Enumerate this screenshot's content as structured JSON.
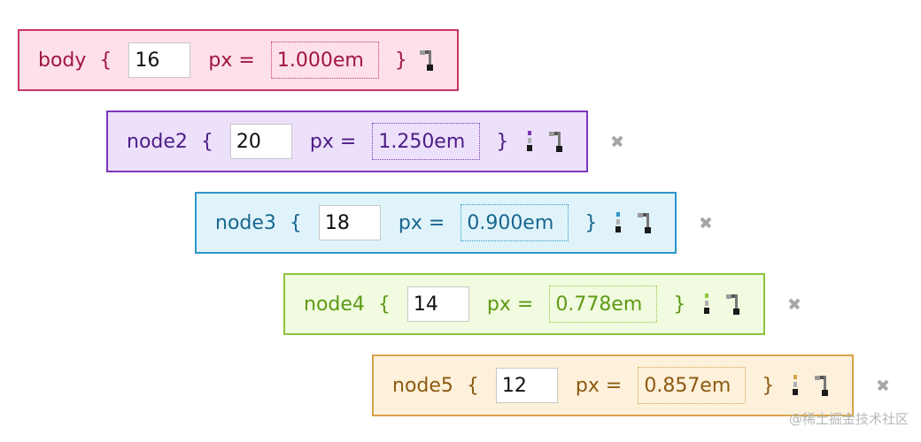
{
  "nodes": [
    {
      "name": "body",
      "brace_open": "{",
      "px_value": "16",
      "px_label": "px =",
      "em_value": "1.000em",
      "brace_close": "}",
      "show_split": false,
      "show_close": false,
      "colors": {
        "bg": "#fde0ea",
        "border": "#c8375f",
        "text": "#a0163f"
      }
    },
    {
      "name": "node2",
      "brace_open": "{",
      "px_value": "20",
      "px_label": "px =",
      "em_value": "1.250em",
      "brace_close": "}",
      "show_split": true,
      "show_close": true,
      "colors": {
        "bg": "#ece0fb",
        "border": "#7a39b8",
        "text": "#4d1c86"
      }
    },
    {
      "name": "node3",
      "brace_open": "{",
      "px_value": "18",
      "px_label": "px =",
      "em_value": "0.900em",
      "brace_close": "}",
      "show_split": true,
      "show_close": true,
      "colors": {
        "bg": "#e0f3fb",
        "border": "#2d95c9",
        "text": "#17668f"
      }
    },
    {
      "name": "node4",
      "brace_open": "{",
      "px_value": "14",
      "px_label": "px =",
      "em_value": "0.778em",
      "brace_close": "}",
      "show_split": true,
      "show_close": true,
      "colors": {
        "bg": "#f1fbdf",
        "border": "#8cc43d",
        "text": "#5e9a16"
      }
    },
    {
      "name": "node5",
      "brace_open": "{",
      "px_value": "12",
      "px_label": "px =",
      "em_value": "0.857em",
      "brace_close": "}",
      "show_split": true,
      "show_close": true,
      "colors": {
        "bg": "#fdf1dc",
        "border": "#d6a446",
        "text": "#8c5a10"
      }
    }
  ],
  "icons": {
    "split": "split-node-icon",
    "add_child": "add-child-node-icon",
    "remove": "remove-node-icon"
  },
  "watermark": "@稀土掘金技术社区"
}
